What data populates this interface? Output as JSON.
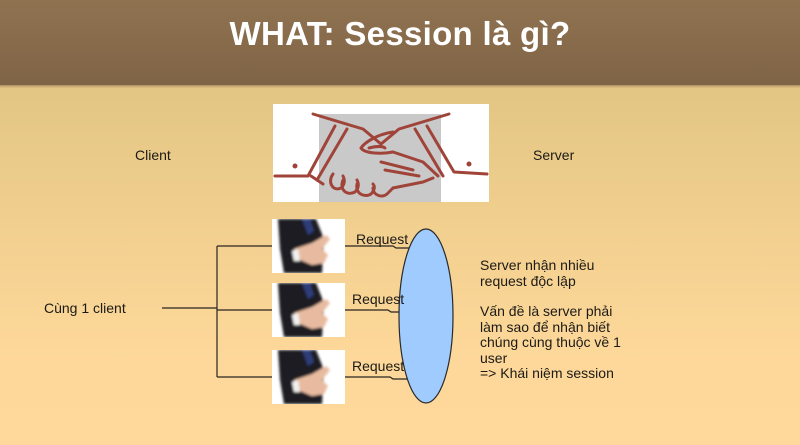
{
  "slide": {
    "title": "WHAT: Session là gì?",
    "colors": {
      "header": "#876b4b",
      "title_text": "#ffffff",
      "background_top": "#dcbf7d",
      "background_bottom": "#fed99b",
      "ellipse_fill": "#9fcbff",
      "handshake_stroke": "#a0443a",
      "handshake_bg": "#c8c8c8"
    },
    "left_label": "Client",
    "right_label": "Server",
    "group_label": "Cùng 1 client",
    "images": {
      "handshake": "handshake-icon",
      "requester": "businessman-offering-handshake-image"
    },
    "requests": [
      {
        "label": "Request"
      },
      {
        "label": "Request"
      },
      {
        "label": "Request"
      }
    ],
    "notes": {
      "line1": "Server nhận nhiều",
      "line2": "request độc lập",
      "line3": "Vấn đề là server phải",
      "line4": "làm sao để nhận biết",
      "line5": "chúng cùng thuộc về 1",
      "line6": "user",
      "line7": "=> Khái niệm session"
    }
  }
}
